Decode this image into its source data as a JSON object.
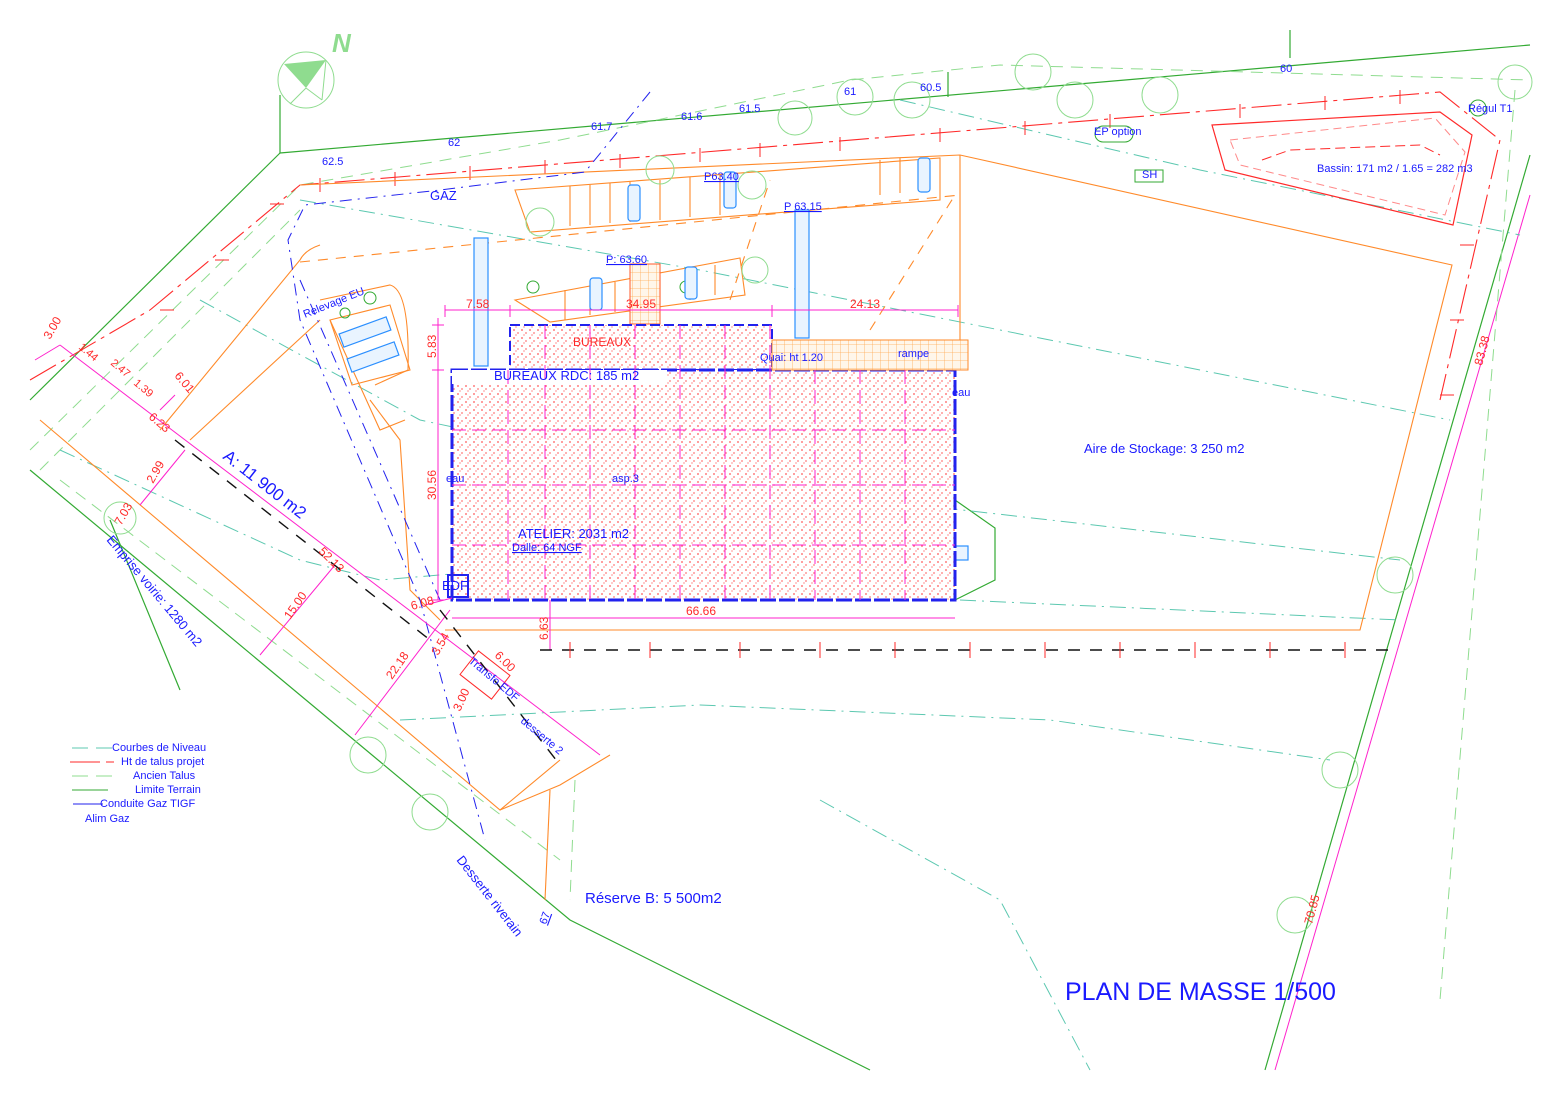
{
  "title": "PLAN DE MASSE 1/500",
  "north_letter": "N",
  "colors": {
    "boundary": "#33aa33",
    "project": "#ff8a2a",
    "talus": "#ff2a2a",
    "dims": "#ff22cc",
    "contours": "#5cc8b0",
    "labels": "#1a1aff",
    "building_fill": "#ffb3b3"
  },
  "elevations": [
    "62.5",
    "62",
    "61.7",
    "61.6",
    "61.5",
    "61",
    "60.5",
    "60"
  ],
  "labels": {
    "gaz": "GAZ",
    "p6340": "P63.40",
    "p6315": "P 63.15",
    "p6360": "P: 63.60",
    "ep_option": "EP  option",
    "sh": "SH",
    "regul": "Régul T1",
    "bassin": "Bassin: 171 m2 / 1.65 = 282  m3",
    "relevage": "Relevage EU",
    "bureaux": "BUREAUX",
    "bureaux_rdc": "BUREAUX RDC: 185 m2",
    "quai": "Quai:  ht 1.20",
    "rampe": "rampe",
    "eau1": "eau",
    "eau2": "eau",
    "asp": "asp.3",
    "aire": "Aire de Stockage:  3 250 m2",
    "atelier": "ATELIER: 2031 m2",
    "dalle": "Dalle: 64 NGF",
    "edf": "EDF",
    "area_a": "A: 11 900 m2",
    "emprise": "Emprise voirie: 1280 m2",
    "transfo": "Transfo EDF",
    "desserte2": "desserte 2",
    "desserte_riverain": "Desserte riverain",
    "n67": "67",
    "reserve_b": "Réserve B: 5 500m2"
  },
  "dimensions": {
    "d758": "7.58",
    "d3495": "34.95",
    "d2413": "24.13",
    "d583": "5.83",
    "d3056": "30.56",
    "d6666": "66.66",
    "d608": "6.08",
    "d663": "6.63",
    "d354": "3.54",
    "d2218": "22.18",
    "d1500": "15.00",
    "d5213": "52.13",
    "d703": "7.03",
    "d299": "2.99",
    "d601": "6.01",
    "d623": "6.23",
    "d139": "1.39",
    "d247": "2.47",
    "d144": "1.44",
    "d300a": "3.00",
    "d600": "6.00",
    "d300b": "3.00",
    "d8338": "83.38",
    "d7085": "70.85"
  },
  "legend": [
    {
      "label": "Courbes de Niveau",
      "color": "#5cc8b0"
    },
    {
      "label": "Ht de talus projet",
      "color": "#ff2a2a"
    },
    {
      "label": "Ancien Talus",
      "color": "#8fdc8f"
    },
    {
      "label": "Limite Terrain",
      "color": "#33aa33"
    },
    {
      "label": "Conduite Gaz TIGF",
      "color": "#2222ee"
    },
    {
      "label": "Alim Gaz",
      "color": "#2222ee"
    }
  ]
}
